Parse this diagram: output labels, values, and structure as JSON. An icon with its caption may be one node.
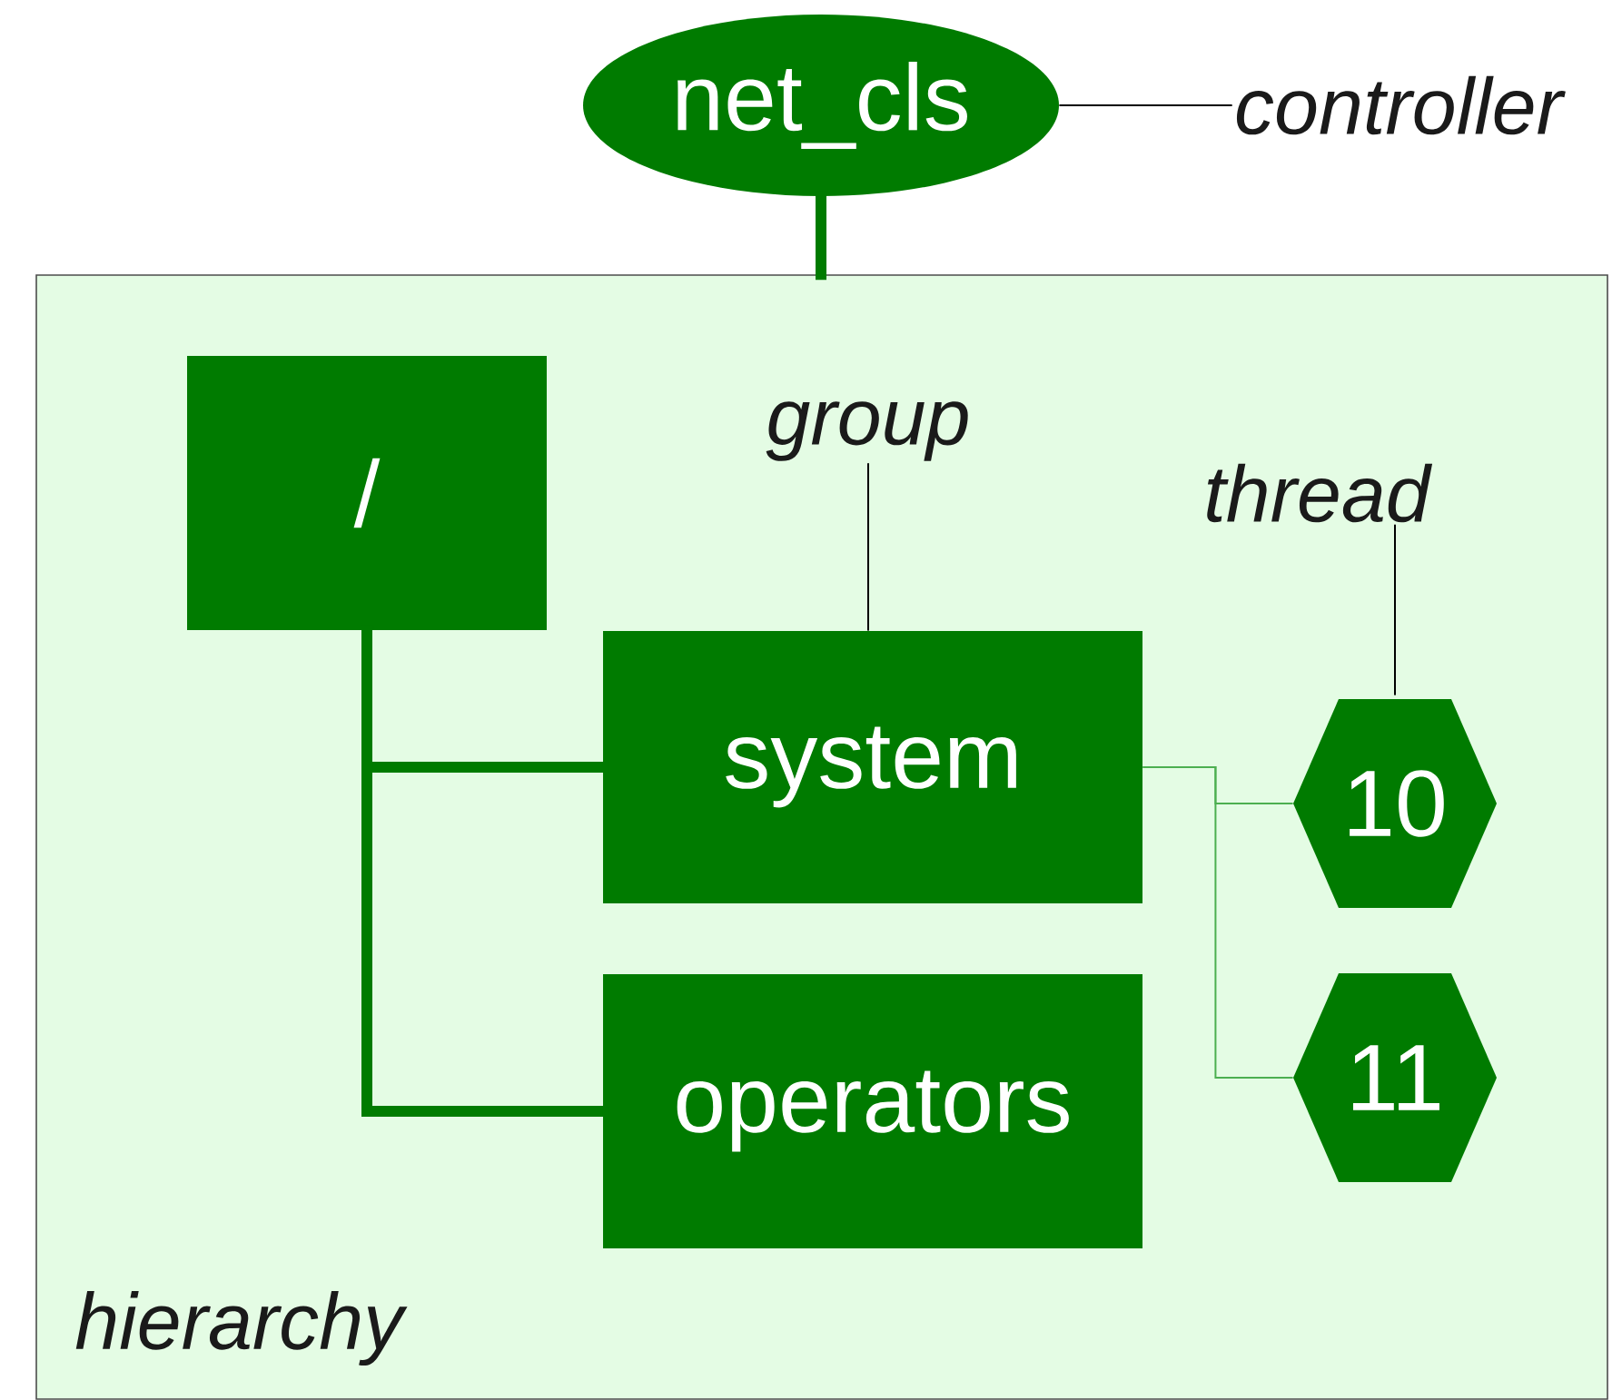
{
  "diagram": {
    "nodes": [
      {
        "text": [
          "net_cls"
        ]
      },
      {
        "text": [
          "hierarchy"
        ]
      },
      {
        "text": [
          "/"
        ],
        "in": 1
      },
      {
        "text": [
          "system"
        ],
        "in": 1
      },
      {
        "text": [
          "operators"
        ],
        "in": 1
      },
      {
        "text": [
          "10"
        ],
        "in": 1
      },
      {
        "text": [
          "11"
        ],
        "in": 1
      },
      {
        "text": [
          "controller"
        ]
      },
      {
        "text": [
          "group"
        ],
        "in": 1
      },
      {
        "text": [
          "thread"
        ],
        "in": 1
      }
    ],
    "edges": [
      {
        "from": 0,
        "to": 1,
        "arrow": "none",
        "style": "thick",
        "color": "#007b00"
      },
      {
        "from": 2,
        "to": 3,
        "arrow": "none",
        "style": "thick",
        "color": "#007b00"
      },
      {
        "from": 2,
        "to": 4,
        "arrow": "none",
        "style": "thick",
        "color": "#007b00"
      },
      {
        "from": 3,
        "to": 5,
        "arrow": "none",
        "color": "#4caf50"
      },
      {
        "from": 3,
        "to": 6,
        "arrow": "none",
        "color": "#4caf50"
      },
      {
        "from": 7,
        "to": 0,
        "arrow": "none",
        "color": "#000000"
      },
      {
        "from": 8,
        "to": 3,
        "arrow": "none",
        "color": "#000000"
      },
      {
        "from": 9,
        "to": 5,
        "arrow": "none",
        "color": "#000000"
      }
    ]
  }
}
